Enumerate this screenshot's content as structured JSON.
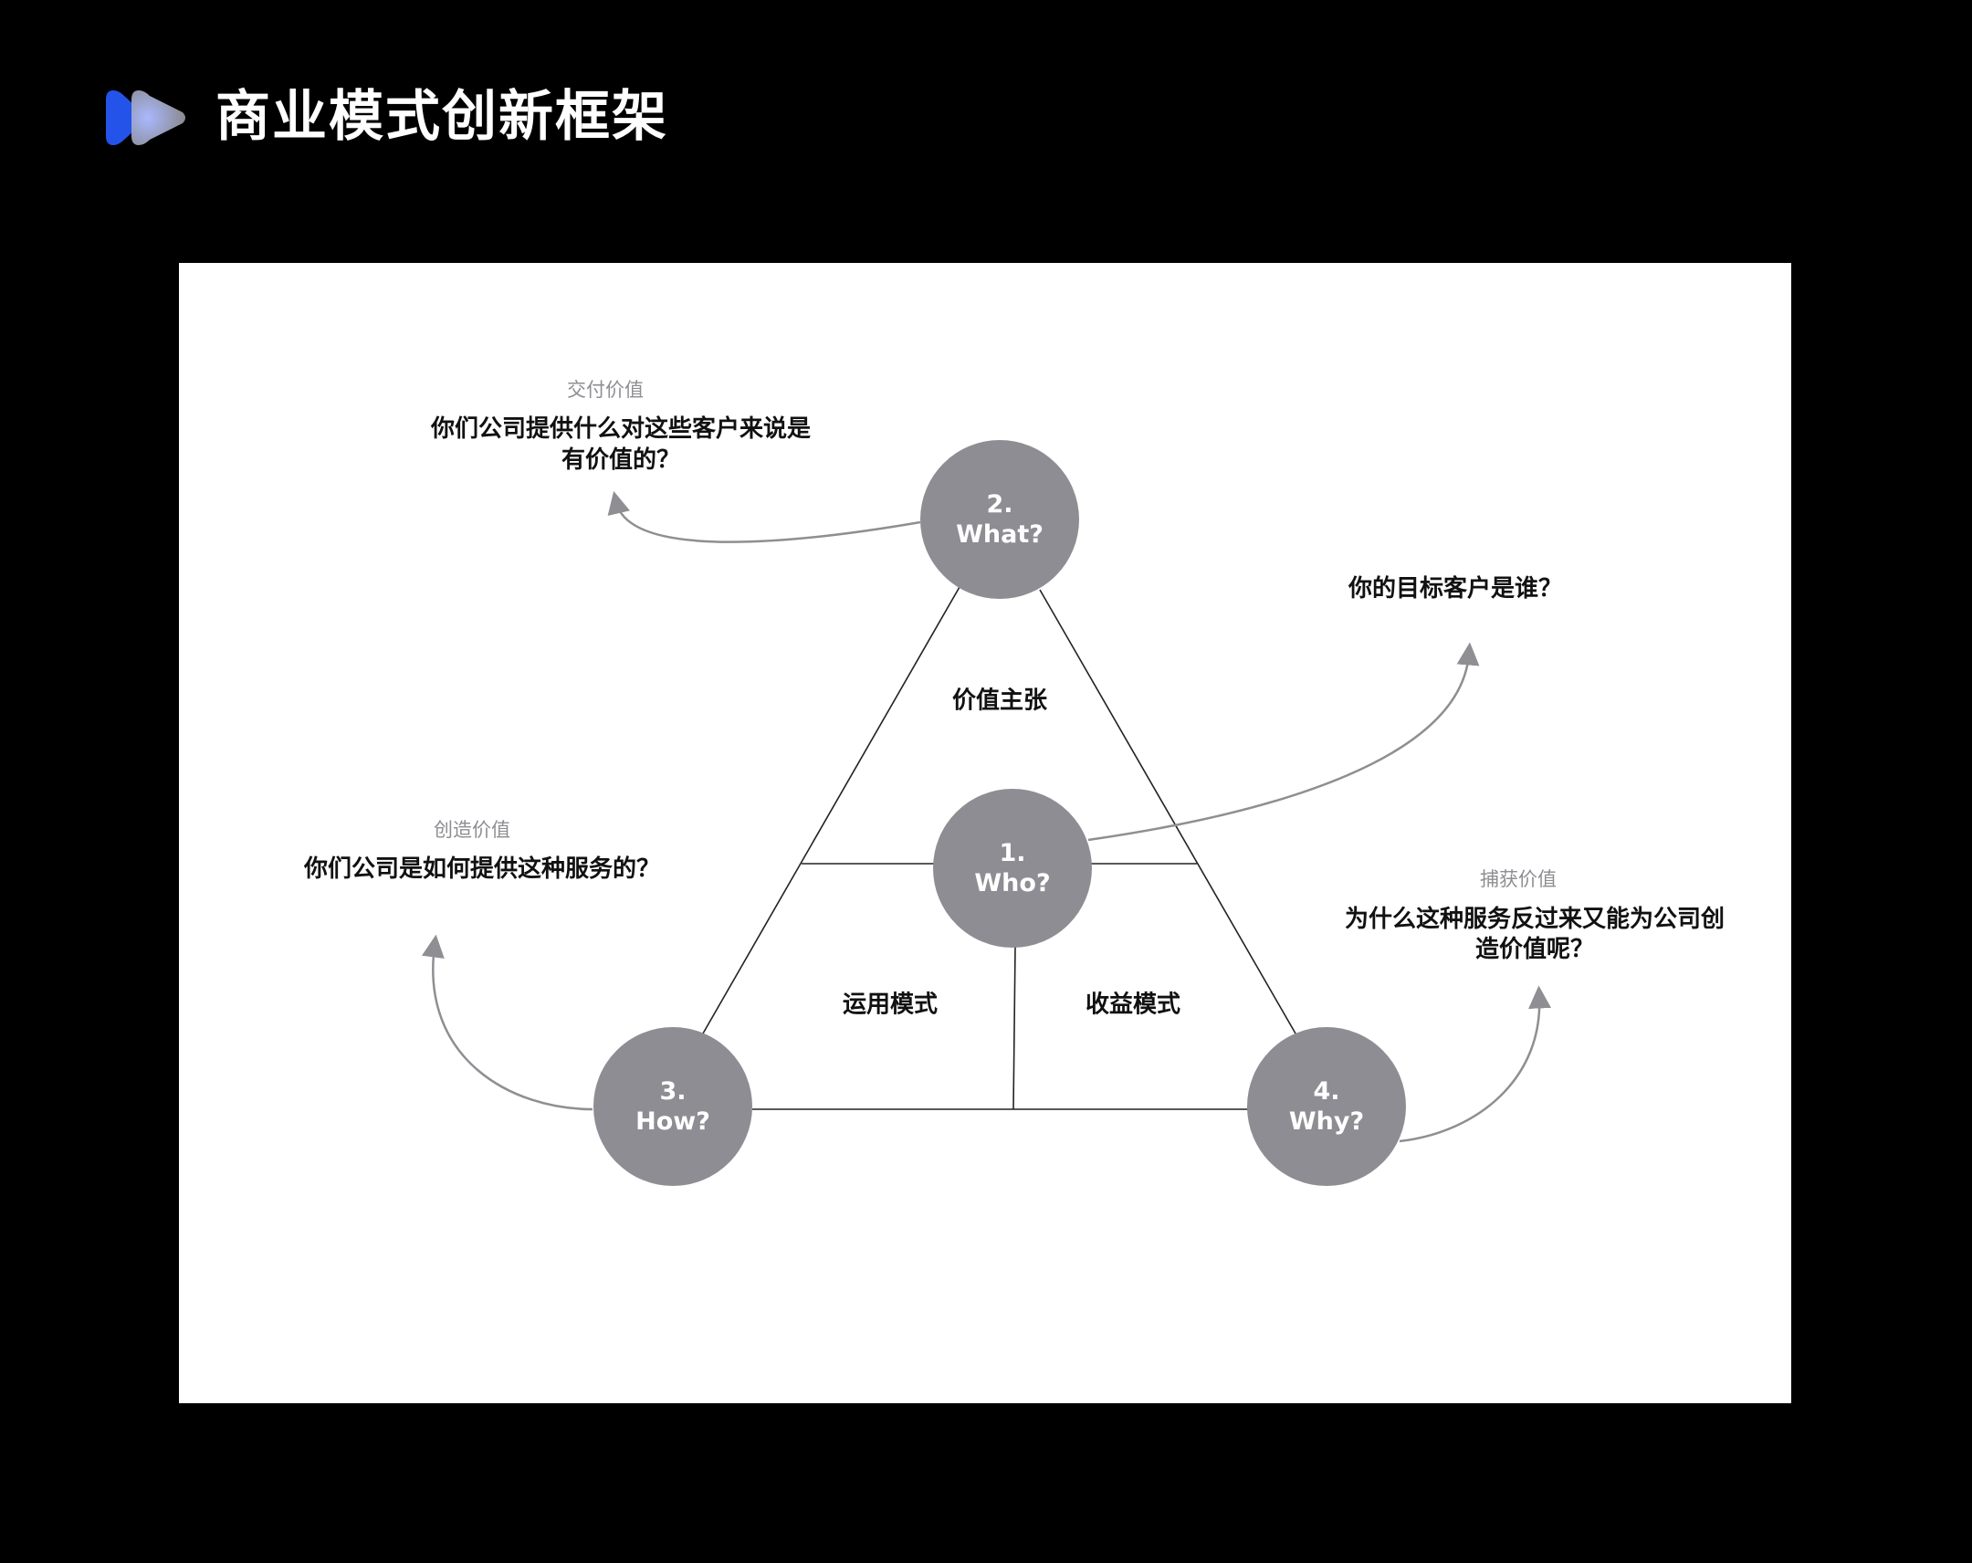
{
  "header": {
    "title": "商业模式创新框架",
    "logo": "play-logo-icon"
  },
  "colors": {
    "node": "#8e8d93",
    "arrow": "#8e8e93",
    "accent": "#2152e8"
  },
  "diagram": {
    "sections": {
      "top": "价值主张",
      "bottom_left": "运用模式",
      "bottom_right": "收益模式"
    },
    "nodes": [
      {
        "num": "1.",
        "label": "Who?"
      },
      {
        "num": "2.",
        "label": "What?"
      },
      {
        "num": "3.",
        "label": "How?"
      },
      {
        "num": "4.",
        "label": "Why?"
      }
    ],
    "callouts": {
      "what": {
        "caption": "交付价值",
        "line1": "你们公司提供什么对这些客户来说是",
        "line2": "有价值的？"
      },
      "who": {
        "question": "你的目标客户是谁？"
      },
      "how": {
        "caption": "创造价值",
        "question": "你们公司是如何提供这种服务的？"
      },
      "why": {
        "caption": "捕获价值",
        "line1": "为什么这种服务反过来又能为公司创",
        "line2": "造价值呢？"
      }
    }
  }
}
